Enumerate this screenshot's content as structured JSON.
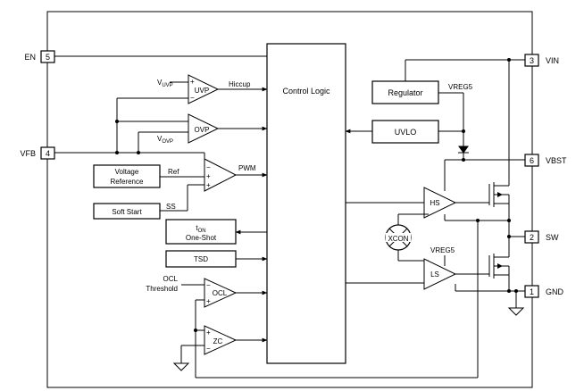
{
  "pins": {
    "en": {
      "name": "EN",
      "num": "5"
    },
    "vfb": {
      "name": "VFB",
      "num": "4"
    },
    "vin": {
      "name": "VIN",
      "num": "3"
    },
    "vbst": {
      "name": "VBST",
      "num": "6"
    },
    "sw": {
      "name": "SW",
      "num": "2"
    },
    "gnd": {
      "name": "GND",
      "num": "1"
    }
  },
  "blocks": {
    "control_logic": "Control Logic",
    "regulator": "Regulator",
    "uvlo": "UVLO",
    "voltage_reference_line1": "Voltage",
    "voltage_reference_line2": "Reference",
    "soft_start": "Soft Start",
    "one_shot_t": "t",
    "one_shot_sub": "ON",
    "one_shot_line2": "One-Shot",
    "tsd": "TSD"
  },
  "amps": {
    "uvp": "UVP",
    "ovp": "OVP",
    "ocl": "OCL",
    "zc": "ZC",
    "hs": "HS",
    "ls": "LS",
    "xcon": "XCON"
  },
  "signals": {
    "hiccup": "Hiccup",
    "pwm": "PWM",
    "ref": "Ref",
    "ss": "SS",
    "vreg5_top": "VREG5",
    "vreg5_ls": "VREG5",
    "ocl_threshold_line1": "OCL",
    "ocl_threshold_line2": "Threshold",
    "vuvp_v": "V",
    "vuvp_sub": "UVP",
    "vovp_v": "V",
    "vovp_sub": "OVP",
    "plus": "+",
    "minus": "−"
  }
}
